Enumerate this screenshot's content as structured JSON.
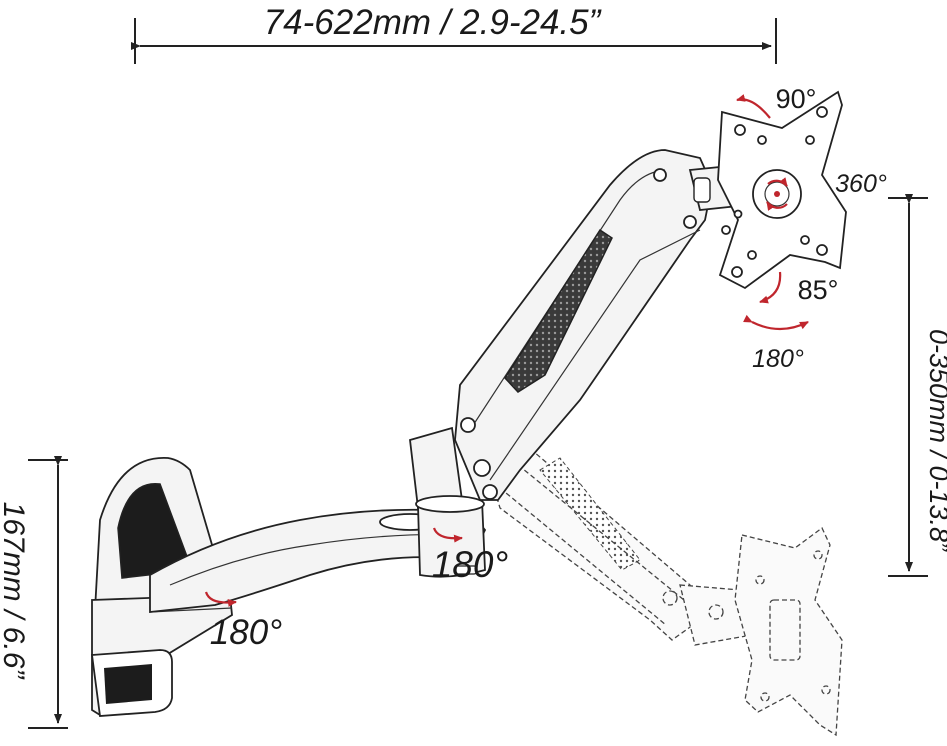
{
  "dimensions": {
    "horizontal_reach": "74-622mm / 2.9-24.5”",
    "vertical_travel": "0-350mm / 0-13.8”",
    "wall_plate_height": "167mm / 6.6”"
  },
  "rotations": {
    "tilt": "90°",
    "rotate": "360°",
    "tilt_down": "85°",
    "swivel_head": "180°",
    "swivel_elbow": "180°",
    "swivel_wall": "180°"
  },
  "colors": {
    "line": "#222222",
    "arrow_accent": "#c0262d",
    "background": "#ffffff"
  }
}
